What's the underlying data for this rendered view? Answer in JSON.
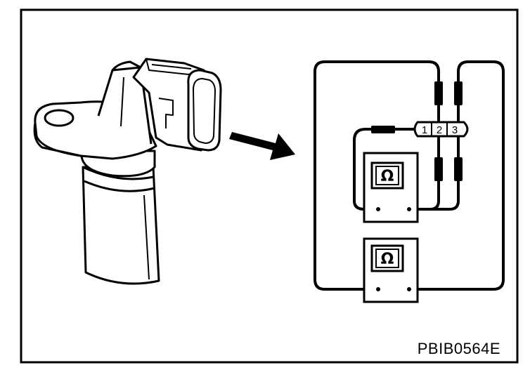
{
  "figure_code": "PBIB0564E",
  "connector": {
    "pins": [
      "1",
      "2",
      "3"
    ]
  },
  "meters": {
    "symbol": "Ω",
    "count": 2
  }
}
